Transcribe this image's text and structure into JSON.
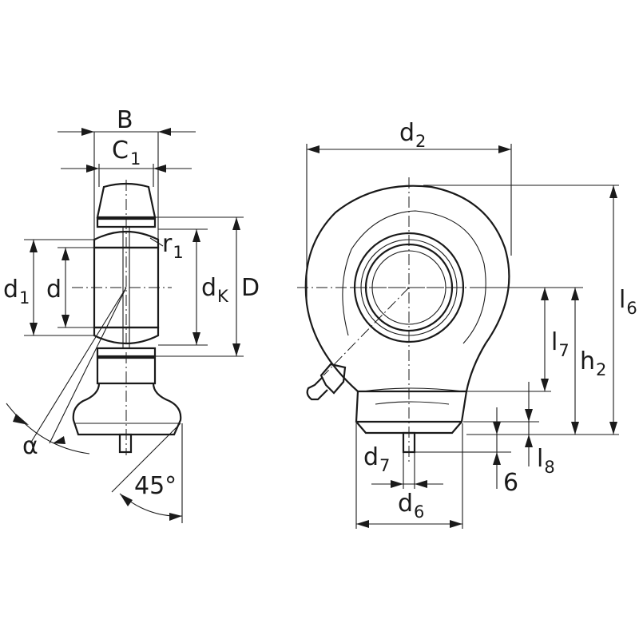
{
  "labels": {
    "B": "B",
    "C": "C",
    "C_sub": "1",
    "r": "r",
    "r_sub": "1",
    "d1": "d",
    "d1_sub": "1",
    "d": "d",
    "dK": "d",
    "dK_sub": "K",
    "D": "D",
    "alpha": "α",
    "angle": "45°",
    "d2": "d",
    "d2_sub": "2",
    "l6": "l",
    "l6_sub": "6",
    "l7": "l",
    "l7_sub": "7",
    "h2": "h",
    "h2_sub": "2",
    "d7": "d",
    "d7_sub": "7",
    "six": "6",
    "l8": "l",
    "l8_sub": "8",
    "d6": "d",
    "d6_sub": "6"
  }
}
